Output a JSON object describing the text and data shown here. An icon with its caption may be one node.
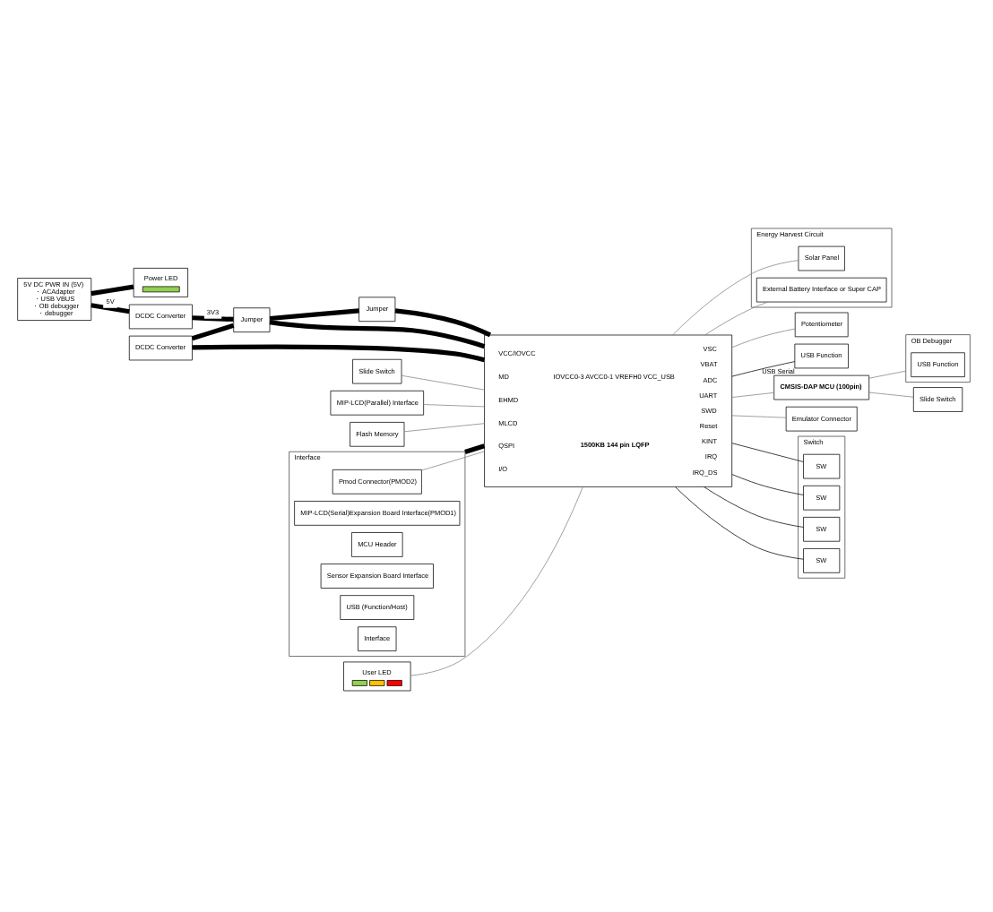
{
  "diagram": {
    "nodes": [
      {
        "text": [
          "5V DC PWR IN (5V)",
          "・ACAdapter",
          "・USB VBUS",
          "・OB debugger",
          "・debugger"
        ]
      },
      {
        "text": [
          "Power LED"
        ]
      },
      {
        "text": [
          "DCDC Converter"
        ]
      },
      {
        "text": [
          "DCDC Converter"
        ]
      },
      {
        "text": [
          "Jumper"
        ]
      },
      {
        "text": [
          "Jumper"
        ]
      },
      {
        "text": [
          "Energy Harvest Circuit"
        ]
      },
      {
        "text": [
          "Solar Panel"
        ],
        "in": 6
      },
      {
        "text": [
          "External Battery Interface or Super CAP"
        ],
        "in": 6
      },
      {
        "text": [
          "Slide Switch"
        ]
      },
      {
        "text": [
          "MIP-LCD(Parallel) Interface"
        ]
      },
      {
        "text": [
          "Flash Memory"
        ]
      },
      {
        "text": [
          "VCC/IOVCC",
          "MD",
          "EHMD",
          "IOVCC0-3 AVCC0-1 VREFH0 VCC_USB",
          "VSC",
          "VBAT",
          "MLCD",
          "QSPI",
          "ADC",
          "UART",
          "1500KB 144 pin LQFP",
          "SWD",
          "Reset",
          "KINT",
          "IRQ",
          "I/O",
          "IRQ_DS"
        ]
      },
      {
        "text": [
          "Potentiometer"
        ]
      },
      {
        "text": [
          "USB Function"
        ],
        "beside": [
          "USB Serial"
        ]
      },
      {
        "text": [
          "Interface"
        ]
      },
      {
        "text": [
          "Pmod Connector(PMOD2)"
        ],
        "in": 15
      },
      {
        "text": [
          "MIP-LCD(Serial)Expansion Board Interface(PMOD1)"
        ],
        "in": 15
      },
      {
        "text": [
          "MCU Header"
        ],
        "in": 15
      },
      {
        "text": [
          "Sensor Expansion Board Interface"
        ],
        "in": 15
      },
      {
        "text": [
          "USB (Function/Host)"
        ],
        "in": 15
      },
      {
        "text": [
          "Interface"
        ],
        "in": 15
      },
      {
        "text": [
          "CMSIS-DAP MCU (100pin)"
        ]
      },
      {
        "text": [
          "OB Debugger"
        ]
      },
      {
        "text": [
          "USB Function"
        ],
        "in": 23
      },
      {
        "text": [
          "Slide Switch"
        ]
      },
      {
        "text": [
          "Emulator Connector"
        ]
      },
      {
        "text": [
          "User LED"
        ]
      },
      {
        "text": [
          "Switch"
        ]
      },
      {
        "text": [
          "SW"
        ],
        "in": 28
      },
      {
        "text": [
          "SW"
        ],
        "in": 28
      },
      {
        "text": [
          "SW"
        ],
        "in": 28
      },
      {
        "text": [
          "SW"
        ],
        "in": 28
      }
    ],
    "edges": [
      {
        "from": 0,
        "to": 2,
        "arrow": "none",
        "label": "5V",
        "style": "thick"
      },
      {
        "from": 0,
        "to": 1,
        "arrow": "none",
        "style": "thick"
      },
      {
        "from": 2,
        "to": 4,
        "arrow": "none",
        "label": "3V3",
        "style": "thick"
      },
      {
        "from": 3,
        "to": 4,
        "arrow": "none",
        "style": "thick"
      },
      {
        "from": 3,
        "to": 12,
        "arrow": "none",
        "style": "thick"
      },
      {
        "from": 4,
        "to": 5,
        "arrow": "none",
        "style": "thick"
      },
      {
        "from": 4,
        "to": 12,
        "arrow": "none",
        "style": "thick"
      },
      {
        "from": 5,
        "to": 12,
        "arrow": "none",
        "style": "thick"
      },
      {
        "from": 9,
        "to": 12,
        "arrow": "none",
        "color": "#7f7f7f"
      },
      {
        "from": 10,
        "to": 12,
        "arrow": "none",
        "color": "#7f7f7f"
      },
      {
        "from": 11,
        "to": 12,
        "arrow": "none",
        "color": "#7f7f7f"
      },
      {
        "from": 16,
        "to": 12,
        "arrow": "none",
        "color": "#7f7f7f"
      },
      {
        "from": 15,
        "to": 12,
        "arrow": "none",
        "style": "thick"
      },
      {
        "from": 27,
        "to": 12,
        "arrow": "none",
        "color": "#7f7f7f"
      },
      {
        "from": 12,
        "to": 7,
        "arrow": "none",
        "color": "#7f7f7f"
      },
      {
        "from": 12,
        "to": 8,
        "arrow": "none",
        "color": "#7f7f7f"
      },
      {
        "from": 12,
        "to": 13,
        "arrow": "none",
        "color": "#7f7f7f"
      },
      {
        "from": 12,
        "to": 14,
        "arrow": "none"
      },
      {
        "from": 12,
        "to": 22,
        "arrow": "none",
        "color": "#7f7f7f"
      },
      {
        "from": 12,
        "to": 26,
        "arrow": "none",
        "color": "#7f7f7f"
      },
      {
        "from": 22,
        "to": 23,
        "arrow": "none",
        "color": "#7f7f7f"
      },
      {
        "from": 22,
        "to": 25,
        "arrow": "none",
        "color": "#7f7f7f"
      },
      {
        "from": 12,
        "to": 32,
        "arrow": "none"
      },
      {
        "from": 12,
        "to": 31,
        "arrow": "none"
      },
      {
        "from": 12,
        "to": 30,
        "arrow": "none"
      },
      {
        "from": 12,
        "to": 29,
        "arrow": "none"
      }
    ]
  }
}
